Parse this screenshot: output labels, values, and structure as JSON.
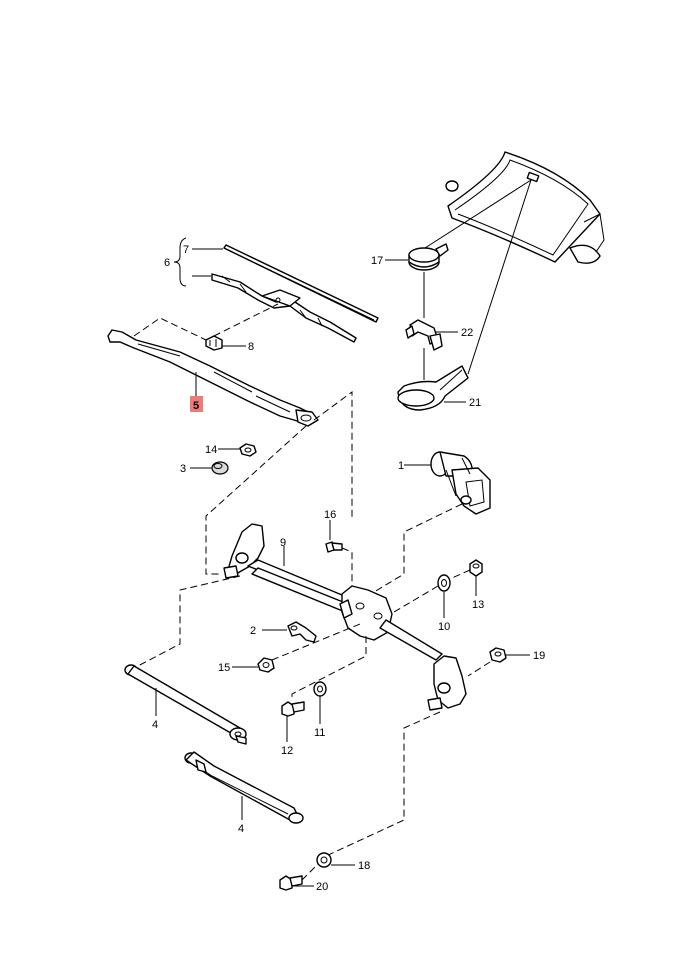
{
  "diagram": {
    "callouts": {
      "c1": "1",
      "c2": "2",
      "c3": "3",
      "c4a": "4",
      "c4b": "4",
      "c5": "5",
      "c6": "6",
      "c7": "7",
      "c8": "8",
      "c9": "9",
      "c10": "10",
      "c11": "11",
      "c12": "12",
      "c13": "13",
      "c14": "14",
      "c15": "15",
      "c16": "16",
      "c17": "17",
      "c18": "18",
      "c19": "19",
      "c20": "20",
      "c21": "21",
      "c22": "22"
    },
    "highlighted_callout": "5",
    "colors": {
      "line": "#000000",
      "highlight": "#f07a7a",
      "background": "#ffffff"
    }
  }
}
